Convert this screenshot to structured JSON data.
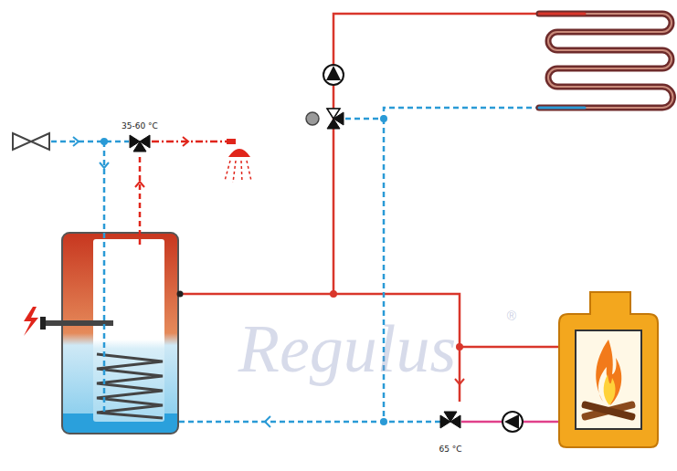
{
  "diagram": {
    "labels": [
      "35-60 °C",
      "65 °C",
      "Regulus",
      "®"
    ]
  }
}
